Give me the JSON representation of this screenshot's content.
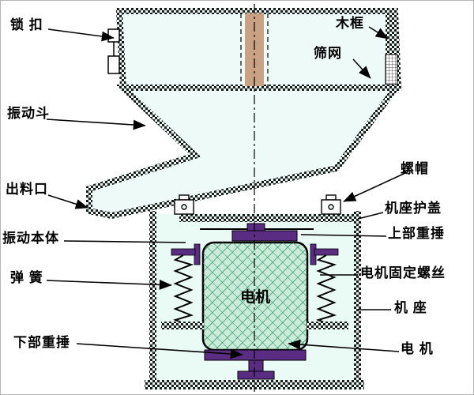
{
  "diagram": {
    "labels": {
      "lock": "锁 扣",
      "wood_frame": "木框",
      "sieve_mesh": "筛网",
      "vibrating_hopper": "振动斗",
      "discharge_outlet": "出料口",
      "nut": "螺帽",
      "base_cover": "机座护盖",
      "vibration_body": "振动本体",
      "upper_weight": "上部重捶",
      "spring": "弹 簧",
      "motor_fixing_screw": "电机固定螺丝",
      "base": "机 座",
      "lower_weight": "下部重捶",
      "motor": "电 机",
      "motor_inner": "电机"
    },
    "colors": {
      "wall_fill": "#e8f6f2",
      "interior_fill": "#eafaf5",
      "motor_fill": "#c9ecd8",
      "motor_hatch": "#2e8b6a",
      "weight_purple": "#5a2d82",
      "center_strip_tan": "#c9a283",
      "line_black": "#000000"
    }
  }
}
